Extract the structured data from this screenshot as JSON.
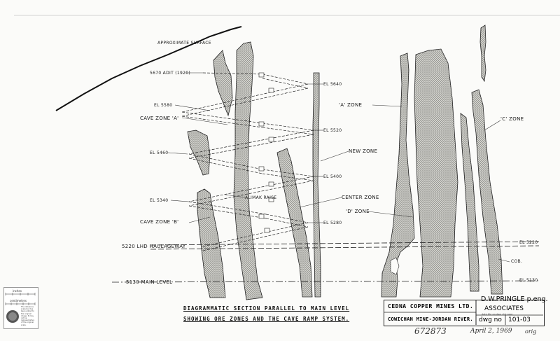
{
  "labels": {
    "surface": "APPROXIMATE SURFACE",
    "adit": "5670 ADIT (1920)",
    "el5580": "EL 5580",
    "el5460": "EL 5460",
    "el5340": "EL 5340",
    "el5640": "EL 5640",
    "el5520": "EL 5520",
    "el5400": "EL 5400",
    "el5280": "EL 5280",
    "el5220": "EL 5220",
    "el5130": "EL 5130",
    "cave_zone_a": "CAVE ZONE 'A'",
    "cave_zone_b": "CAVE ZONE 'B'",
    "alimak": "ALIMAK RAISE",
    "zone_a": "'A' ZONE",
    "new_zone": "NEW ZONE",
    "center_zone": "CENTER ZONE",
    "zone_d": "'D' ZONE",
    "zone_c": "'C' ZONE",
    "haulageway": "5220 LHD HAULAGEWAY",
    "main_level": "5130 MAIN LEVEL",
    "cob": "COB."
  },
  "title": {
    "line1": "DIAGRAMMATIC SECTION PARALLEL TO MAIN LEVEL",
    "line2": "SHOWING ORE ZONES AND THE CAVE RAMP SYSTEM."
  },
  "title_block": {
    "company": "CEDNA COPPER MINES LTD.",
    "project": "COWICHAN MINE-JORDAN RIVER.",
    "firm_line1": "D.W.PRINGLE p.eng.",
    "firm_line2": "ASSOCIATES",
    "dwg_label": "dwg no",
    "dwg_number": "101-03",
    "sub_fields": "date  file  no  dwn  chk  appr"
  },
  "annotations": {
    "number": "672873",
    "date": "April 2, 1969",
    "orig": "orig"
  },
  "scale_bar": {
    "inches": "inches",
    "centimeters": "centimetres",
    "note": "The reference scale bar has been added to the original image. It may not be representative of the original scale."
  },
  "colors": {
    "ink": "#1f1f1f",
    "ore_fill": "#b9b9b4",
    "paper": "#fbfbf9"
  }
}
